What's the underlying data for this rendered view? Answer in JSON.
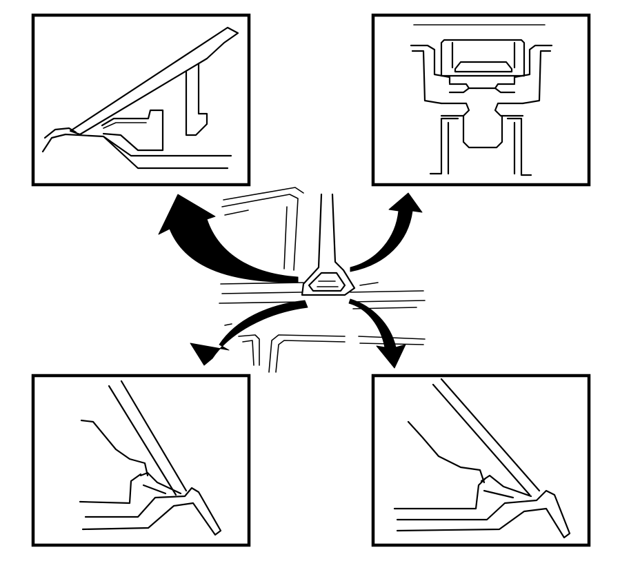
{
  "diagram": {
    "kind": "weatherstrip-seal-cross-section-illustration",
    "colors": {
      "ink": "#000000",
      "paper": "#ffffff"
    },
    "panels": [
      {
        "id": "panel-top-left"
      },
      {
        "id": "panel-top-right"
      },
      {
        "id": "panel-bottom-left"
      },
      {
        "id": "panel-bottom-right"
      }
    ]
  }
}
